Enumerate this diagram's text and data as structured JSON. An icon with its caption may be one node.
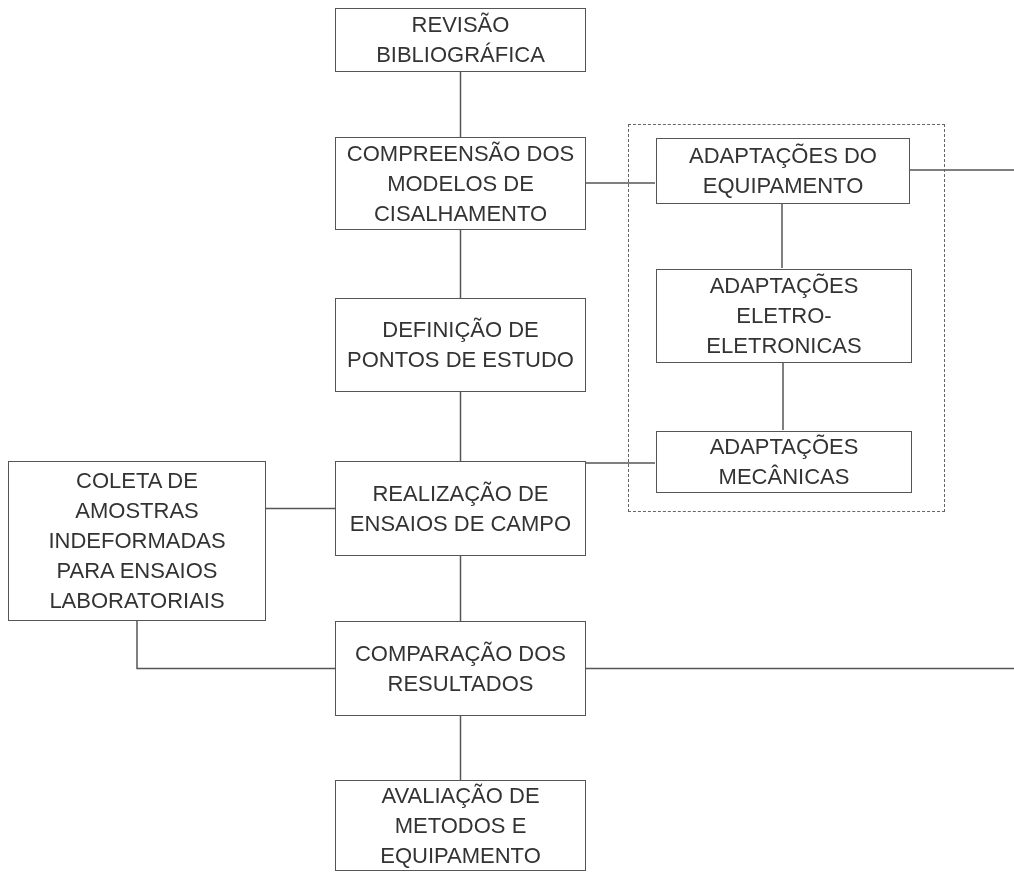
{
  "diagram": {
    "nodes": [
      {
        "text": [
          "REVISÃO BIBLIOGRÁFICA"
        ]
      },
      {
        "text": [
          "COMPREENSÃO DOS MODELOS DE CISALHAMENTO"
        ]
      },
      {
        "text": [],
        "shape": "box"
      },
      {
        "text": [
          "ADAPTAÇÕES DO EQUIPAMENTO"
        ],
        "in": 2
      },
      {
        "text": [
          "ADAPTAÇÕES ELETRO- ELETRONICAS"
        ],
        "in": 2
      },
      {
        "text": [
          "ADAPTAÇÕES MECÂNICAS"
        ],
        "in": 2
      },
      {
        "text": [
          "DEFINIÇÃO DE PONTOS DE ESTUDO"
        ]
      },
      {
        "text": [
          "COLETA DE AMOSTRAS INDEFORMADAS PARA ENSAIOS LABORATORIAIS"
        ]
      },
      {
        "text": [
          "REALIZAÇÃO DE ENSAIOS DE CAMPO"
        ]
      },
      {
        "text": [
          "COMPARAÇÃO DOS RESULTADOS"
        ]
      },
      {
        "text": [
          "AVALIAÇÃO DE METODOS E EQUIPAMENTO"
        ]
      }
    ],
    "edges": [
      {
        "from": 0,
        "to": 1,
        "arrow": "none"
      },
      {
        "from": 1,
        "to": 3,
        "arrow": "none"
      },
      {
        "from": 3,
        "to": 4,
        "arrow": "none"
      },
      {
        "from": 4,
        "to": 5,
        "arrow": "none"
      },
      {
        "from": 1,
        "to": 6,
        "arrow": "none"
      },
      {
        "from": 6,
        "to": 8,
        "arrow": "none"
      },
      {
        "from": 8,
        "to": 5,
        "arrow": "none"
      },
      {
        "from": 7,
        "to": 8,
        "arrow": "none"
      },
      {
        "from": 8,
        "to": 9,
        "arrow": "none"
      },
      {
        "from": 7,
        "to": 9,
        "arrow": "none"
      },
      {
        "from": 9,
        "to": 10,
        "arrow": "none"
      },
      {
        "from": 3,
        "to": null,
        "arrow": "none"
      },
      {
        "from": 9,
        "to": null,
        "arrow": "none"
      }
    ]
  }
}
